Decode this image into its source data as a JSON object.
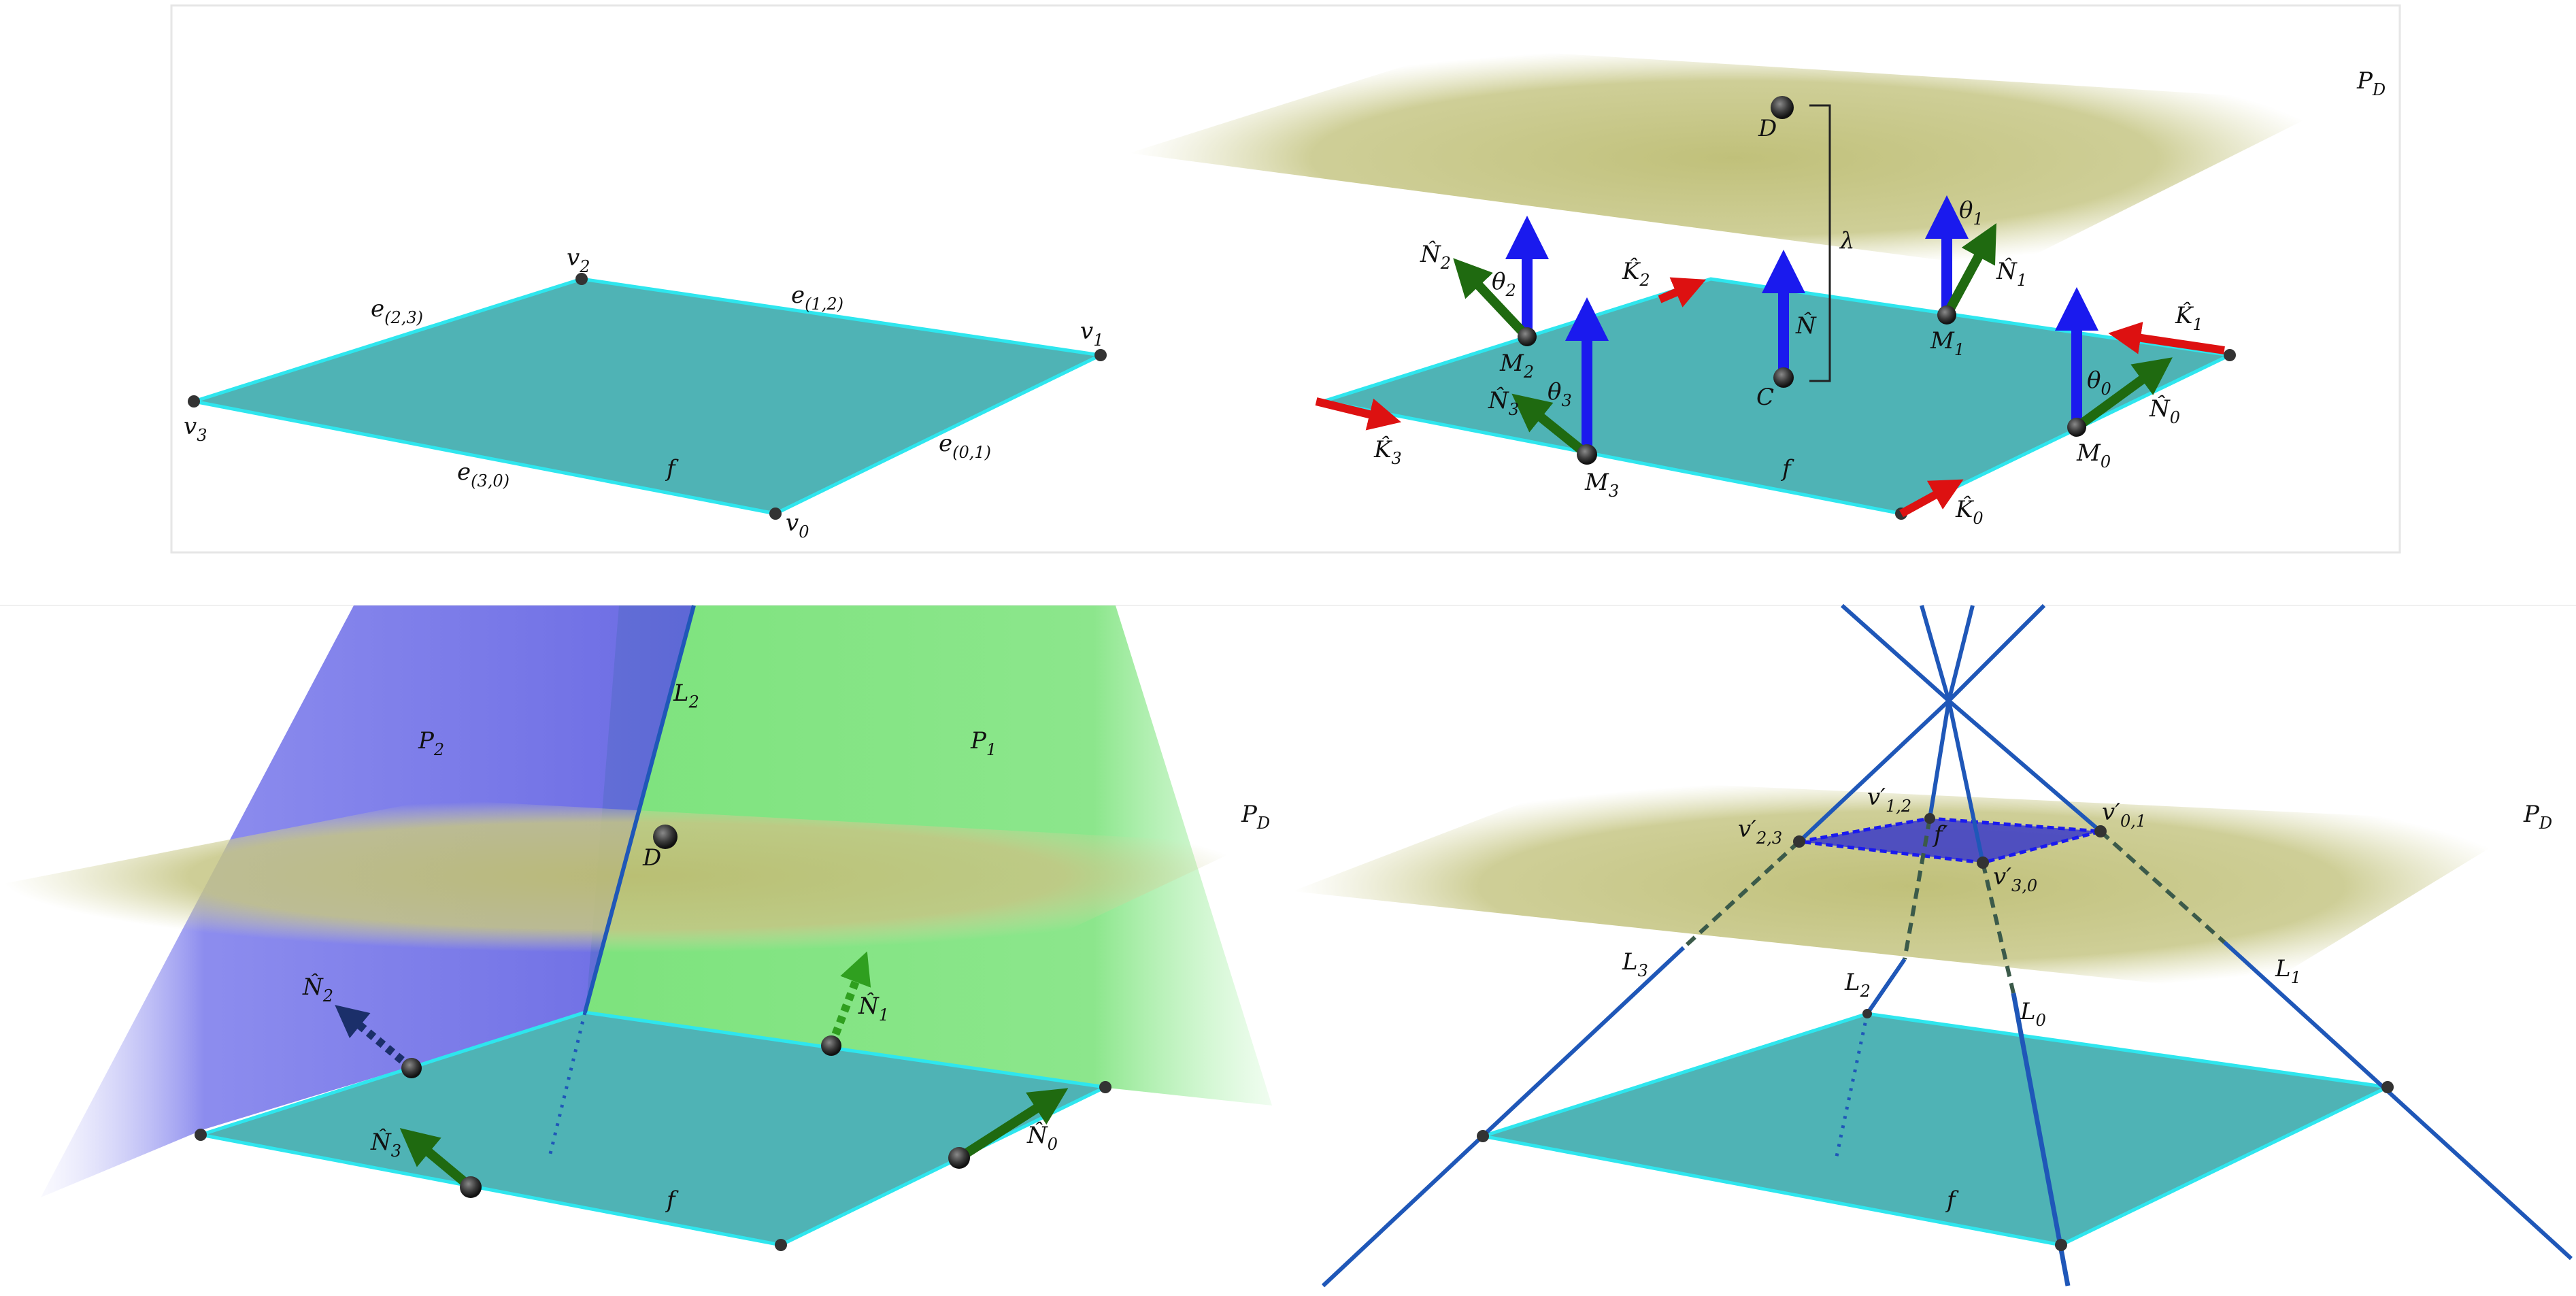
{
  "colors": {
    "face_fill": "#4fb3b5",
    "face_edge": "#2ee6ee",
    "plane_pd": "#c2c27e",
    "plane_p1": "#6fe06f",
    "plane_p2": "#6f6fe6",
    "normal_blue": "#1a1aee",
    "normal_green": "#1f6a10",
    "arrow_red": "#dd1111",
    "line_blue": "#1f57b8",
    "vertex": "#333333"
  },
  "panel_tl": {
    "vertices": {
      "v0": "v",
      "v0_sub": "0",
      "v1": "v",
      "v1_sub": "1",
      "v2": "v",
      "v2_sub": "2",
      "v3": "v",
      "v3_sub": "3"
    },
    "edges": {
      "e01": "e",
      "e01_sub": "(0,1)",
      "e12": "e",
      "e12_sub": "(1,2)",
      "e23": "e",
      "e23_sub": "(2,3)",
      "e30": "e",
      "e30_sub": "(3,0)"
    },
    "face": "f"
  },
  "panel_tr": {
    "plane": "P",
    "plane_sub": "D",
    "point_d": "D",
    "lambda": "λ",
    "center": "C",
    "normal": "N̂",
    "midpoints": {
      "m0": "M",
      "m0_sub": "0",
      "m1": "M",
      "m1_sub": "1",
      "m2": "M",
      "m2_sub": "2",
      "m3": "M",
      "m3_sub": "3"
    },
    "edge_normals": {
      "n0": "N̂",
      "n0_sub": "0",
      "n1": "N̂",
      "n1_sub": "1",
      "n2": "N̂",
      "n2_sub": "2",
      "n3": "N̂",
      "n3_sub": "3"
    },
    "edge_dirs": {
      "k0": "K̂",
      "k0_sub": "0",
      "k1": "K̂",
      "k1_sub": "1",
      "k2": "K̂",
      "k2_sub": "2",
      "k3": "K̂",
      "k3_sub": "3"
    },
    "angles": {
      "t0": "θ",
      "t0_sub": "0",
      "t1": "θ",
      "t1_sub": "1",
      "t2": "θ",
      "t2_sub": "2",
      "t3": "θ",
      "t3_sub": "3"
    },
    "face": "f"
  },
  "panel_bl": {
    "plane_pd": "P",
    "plane_pd_sub": "D",
    "plane_p1": "P",
    "plane_p1_sub": "1",
    "plane_p2": "P",
    "plane_p2_sub": "2",
    "line_l2": "L",
    "line_l2_sub": "2",
    "point_d": "D",
    "normals": {
      "n0": "N̂",
      "n0_sub": "0",
      "n1": "N̂",
      "n1_sub": "1",
      "n2": "N̂",
      "n2_sub": "2",
      "n3": "N̂",
      "n3_sub": "3"
    },
    "face": "f"
  },
  "panel_br": {
    "plane": "P",
    "plane_sub": "D",
    "lines": {
      "l0": "L",
      "l0_sub": "0",
      "l1": "L",
      "l1_sub": "1",
      "l2": "L",
      "l2_sub": "2",
      "l3": "L",
      "l3_sub": "3"
    },
    "proj_vertices": {
      "p01": "v′",
      "p01_sub": "0,1",
      "p12": "v′",
      "p12_sub": "1,2",
      "p23": "v′",
      "p23_sub": "2,3",
      "p30": "v′",
      "p30_sub": "3,0"
    },
    "proj_face": "f′",
    "face": "f"
  }
}
